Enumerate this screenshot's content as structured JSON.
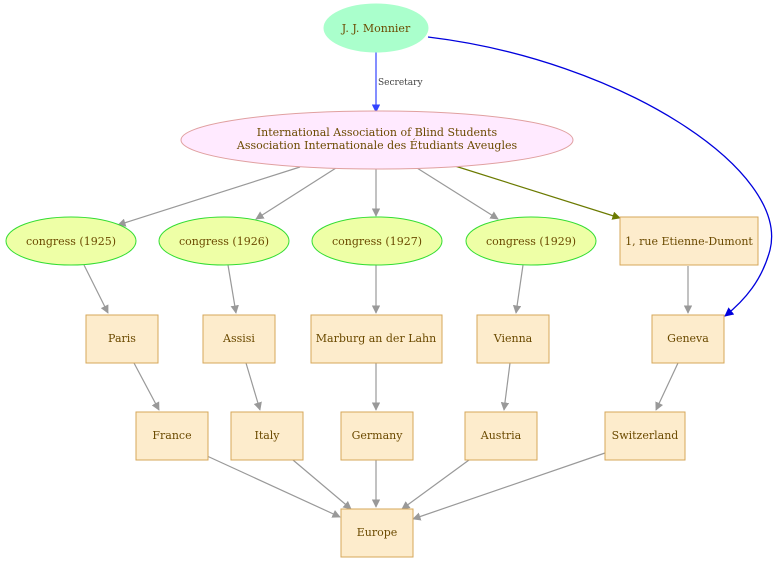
{
  "colors": {
    "edge_gray": "#999999",
    "edge_blue": "#3344ff",
    "edge_darkblue": "#0000dd",
    "edge_olive": "#6b7a00",
    "box_fill": "#fdeccc",
    "box_stroke": "#d6a75a",
    "congress_fill": "#eeffa6",
    "congress_stroke": "#33dd33",
    "assoc_fill": "#ffeaff",
    "assoc_stroke": "#e0a0a0",
    "person_fill": "#aaffcc",
    "text": "#6b4a00"
  },
  "nodes": {
    "monnier": "J. J. Monnier",
    "assoc_line1": "International Association of Blind Students",
    "assoc_line2": "Association Internationale des Étudiants Aveugles",
    "congress_1925": "congress (1925)",
    "congress_1926": "congress (1926)",
    "congress_1927": "congress (1927)",
    "congress_1929": "congress (1929)",
    "address": "1, rue Etienne-Dumont",
    "paris": "Paris",
    "assisi": "Assisi",
    "marburg": "Marburg an der Lahn",
    "vienna": "Vienna",
    "geneva": "Geneva",
    "france": "France",
    "italy": "Italy",
    "germany": "Germany",
    "austria": "Austria",
    "switzerland": "Switzerland",
    "europe": "Europe"
  },
  "edge_labels": {
    "secretary": "Secretary"
  }
}
